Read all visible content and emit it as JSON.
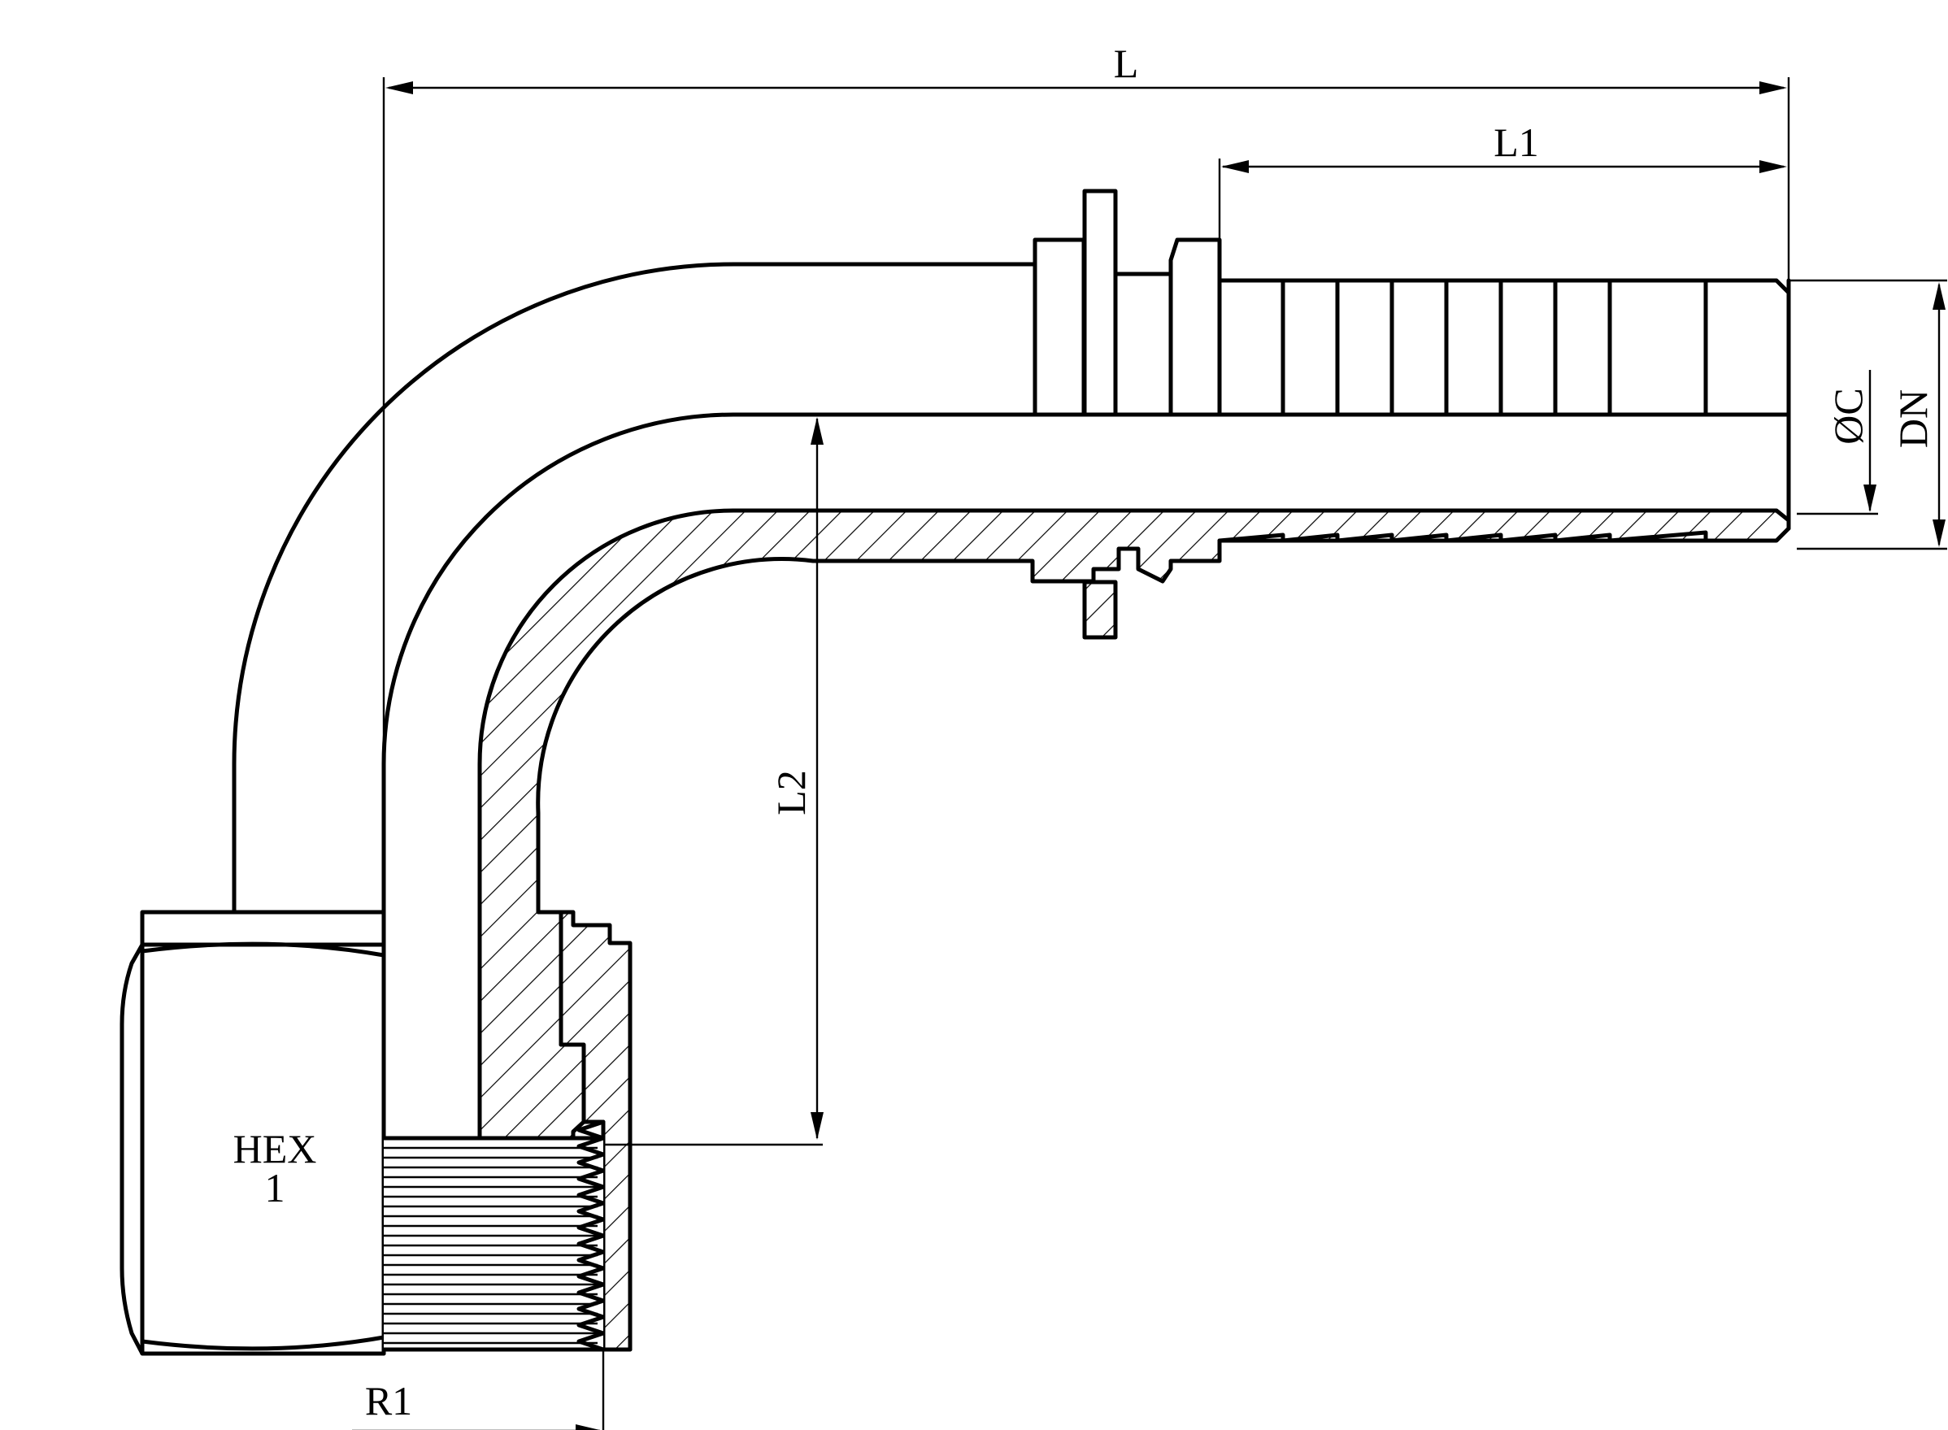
{
  "labels": {
    "L": "L",
    "L1": "L1",
    "L2": "L2",
    "C": "ØC",
    "DN": "DN",
    "R1": "R1",
    "HEX_line1": "HEX",
    "HEX_line2": "1"
  }
}
